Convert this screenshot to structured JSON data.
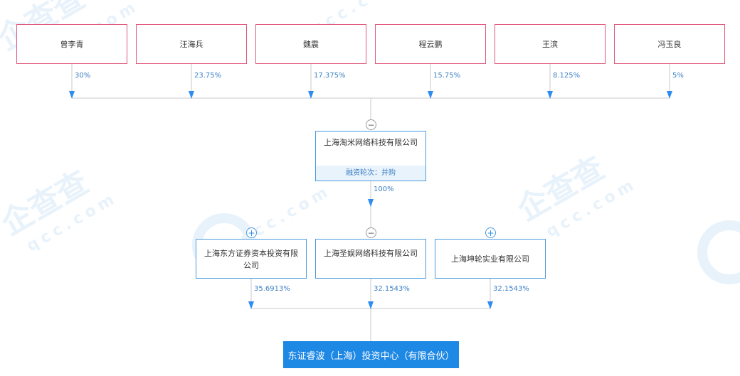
{
  "shareholders": [
    {
      "name": "曾李青",
      "pct": "30%"
    },
    {
      "name": "汪海兵",
      "pct": "23.75%"
    },
    {
      "name": "魏震",
      "pct": "17.375%"
    },
    {
      "name": "程云鹏",
      "pct": "15.75%"
    },
    {
      "name": "王滨",
      "pct": "8.125%"
    },
    {
      "name": "冯玉良",
      "pct": "5%"
    }
  ],
  "parent": {
    "name": "上海淘米网络科技有限公司",
    "round": "融资轮次：并购",
    "pct": "100%"
  },
  "mid": [
    {
      "name": "上海东方证券资本投资有限公司",
      "pct": "35.6913%",
      "toggle": "+"
    },
    {
      "name": "上海圣娱网络科技有限公司",
      "pct": "32.1543%",
      "toggle": "−"
    },
    {
      "name": "上海坤轮实业有限公司",
      "pct": "32.1543%",
      "toggle": "+"
    }
  ],
  "parent_toggle": "−",
  "target": {
    "name": "东证睿波（上海）投资中心（有限合伙）"
  },
  "watermark": {
    "cn": "企查查",
    "en": "qcc.com"
  },
  "colors": {
    "shareholder_border": "#e0577a",
    "company_border": "#4a9be0",
    "arrow": "#2d8cf0",
    "target_bg": "#1e88e5",
    "pct_text": "#3b7fc4"
  }
}
